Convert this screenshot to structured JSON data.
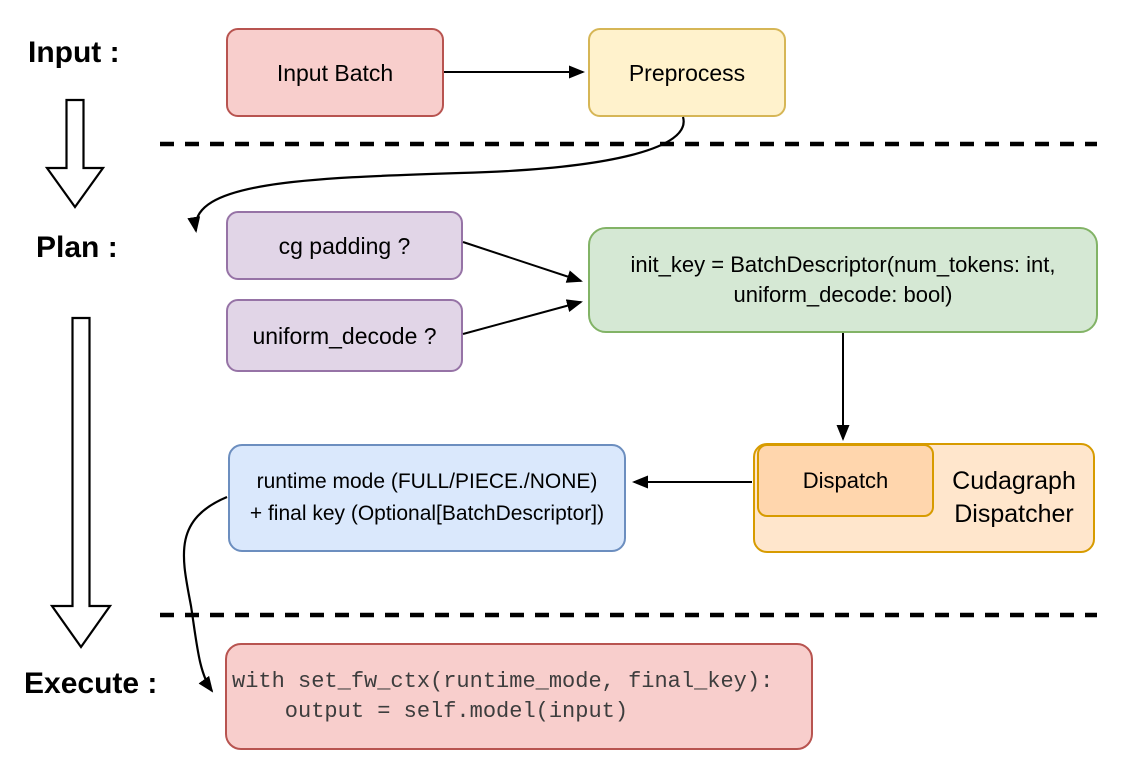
{
  "stages": {
    "input_label": "Input :",
    "plan_label": "Plan :",
    "execute_label": "Execute :"
  },
  "nodes": {
    "input_batch": "Input Batch",
    "preprocess": "Preprocess",
    "cg_padding": "cg padding ?",
    "uniform_decode": "uniform_decode ?",
    "init_key_line1": "init_key = BatchDescriptor(num_tokens: int,",
    "init_key_line2": "uniform_decode: bool)",
    "dispatch": "Dispatch",
    "cudagraph_line1": "Cudagraph",
    "cudagraph_line2": "Dispatcher",
    "runtime_mode_line1": "runtime mode (FULL/PIECE./NONE)",
    "runtime_mode_line2": "+ final key (Optional[BatchDescriptor])",
    "execute_code": "with set_fw_ctx(runtime_mode, final_key):\n    output = self.model(input)"
  },
  "palette": {
    "red_fill": "#F8CECC",
    "red_stroke": "#B85450",
    "yellow_fill": "#FFF2CC",
    "yellow_stroke": "#D6B656",
    "purple_fill": "#E1D5E7",
    "purple_stroke": "#9673A6",
    "green_fill": "#D5E8D4",
    "green_stroke": "#82B366",
    "orange_fill": "#FFE6CC",
    "orange_stroke": "#D79B00",
    "orange_inner_fill": "#FFD6AD",
    "blue_fill": "#DAE8FC",
    "blue_stroke": "#6C8EBF",
    "connector": "#000000"
  }
}
